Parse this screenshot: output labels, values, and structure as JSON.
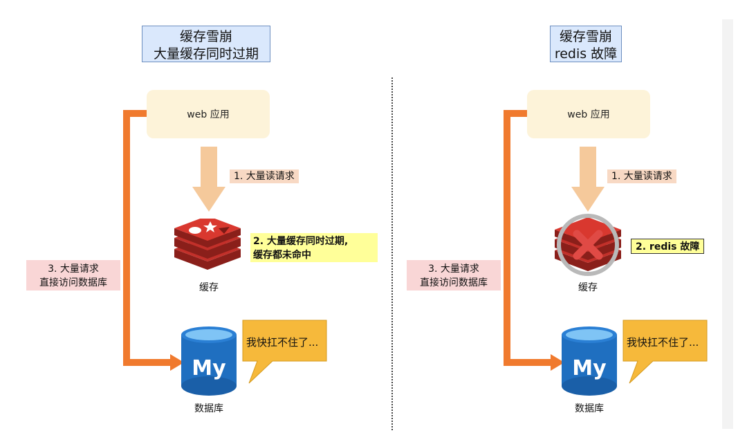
{
  "left": {
    "title_line1": "缓存雪崩",
    "title_line2": "大量缓存同时过期",
    "web_app": "web 应用",
    "step1": "1. 大量读请求",
    "step2_line1": "2. 大量缓存同时过期,",
    "step2_line2": "缓存都未命中",
    "step3_line1": "3. 大量请求",
    "step3_line2": "直接访问数据库",
    "cache_label": "缓存",
    "db_label": "数据库",
    "bubble": "我快扛不住了..."
  },
  "right": {
    "title_line1": "缓存雪崩",
    "title_line2": "redis 故障",
    "web_app": "web 应用",
    "step1": "1. 大量读请求",
    "step2": "2. redis 故障",
    "step3_line1": "3. 大量请求",
    "step3_line2": "直接访问数据库",
    "cache_label": "缓存",
    "db_label": "数据库",
    "bubble": "我快扛不住了..."
  },
  "db_logo_text": "My",
  "colors": {
    "title_bg": "#dae8fc",
    "web_bg": "#fdf3d9",
    "arrow_light": "#f5c99b",
    "arrow_orange": "#f07a2e",
    "redis_red": "#c2302a",
    "db_blue": "#1f6fc0",
    "bubble_bg": "#f6b93b",
    "label_yellow": "#ffff99",
    "label_pink": "#f9d6d6",
    "label_orange": "#f8d9c4",
    "error_red": "#e04a45"
  }
}
